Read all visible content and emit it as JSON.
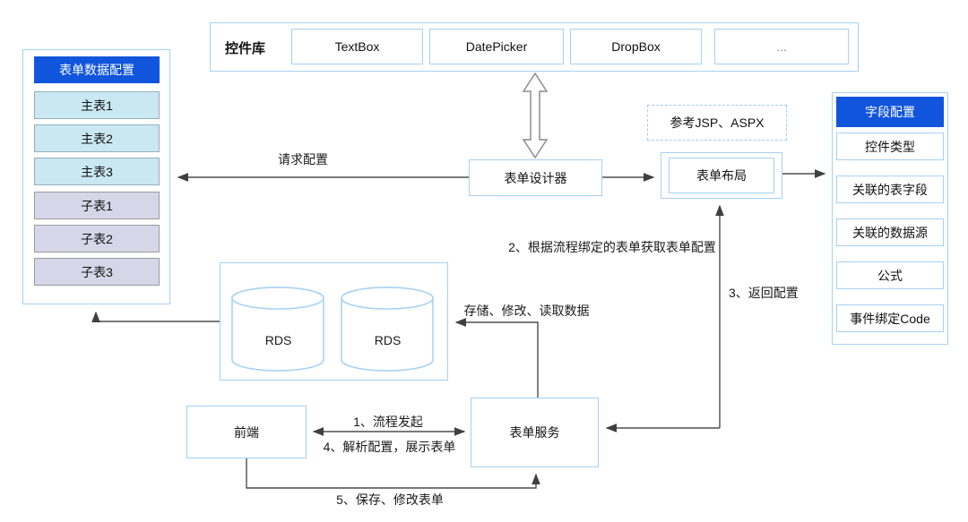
{
  "colors": {
    "accent_blue": "#1155dd",
    "panel_border": "#a6d1f2",
    "main_table_bg": "#c9e8f2",
    "sub_table_bg": "#d7d5e8",
    "arrow": "#404040"
  },
  "control_library": {
    "title": "控件库",
    "items": [
      "TextBox",
      "DatePicker",
      "DropBox",
      "..."
    ]
  },
  "form_data_panel": {
    "title": "表单数据配置",
    "tables": [
      "主表1",
      "主表2",
      "主表3",
      "子表1",
      "子表2",
      "子表3"
    ]
  },
  "designer": {
    "label": "表单设计器"
  },
  "form_layout": {
    "label": "表单布局"
  },
  "reference_note": {
    "label": "参考JSP、ASPX"
  },
  "field_config_panel": {
    "title": "字段配置",
    "items": [
      "控件类型",
      "关联的表字段",
      "关联的数据源",
      "公式",
      "事件绑定Code"
    ]
  },
  "database_group": {
    "cylinders": [
      "RDS",
      "RDS"
    ]
  },
  "frontend": {
    "label": "前端"
  },
  "form_service": {
    "label": "表单服务"
  },
  "edge_labels": {
    "request_config": "请求配置",
    "step2": "2、根据流程绑定的表单获取表单配置",
    "step3": "3、返回配置",
    "storage": "存储、修改、读取数据",
    "step1": "1、流程发起",
    "step4": "4、解析配置，展示表单",
    "step5": "5、保存、修改表单"
  }
}
